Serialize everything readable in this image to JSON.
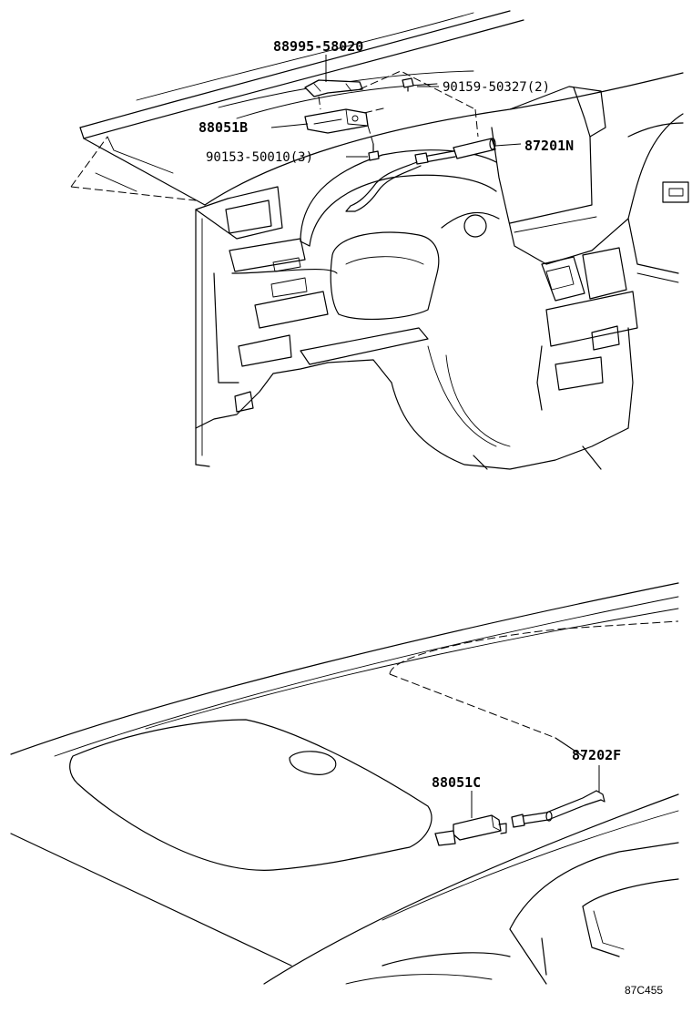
{
  "upper_view": {
    "labels": {
      "bracket": "88995-58020",
      "bolt": "90159-50327(2)",
      "sensor": "88051B",
      "screw": "90153-50010(3)",
      "hose": "87201N"
    }
  },
  "lower_view": {
    "labels": {
      "sensor": "88051C",
      "hose": "87202F"
    }
  },
  "figure_code": "87C455"
}
